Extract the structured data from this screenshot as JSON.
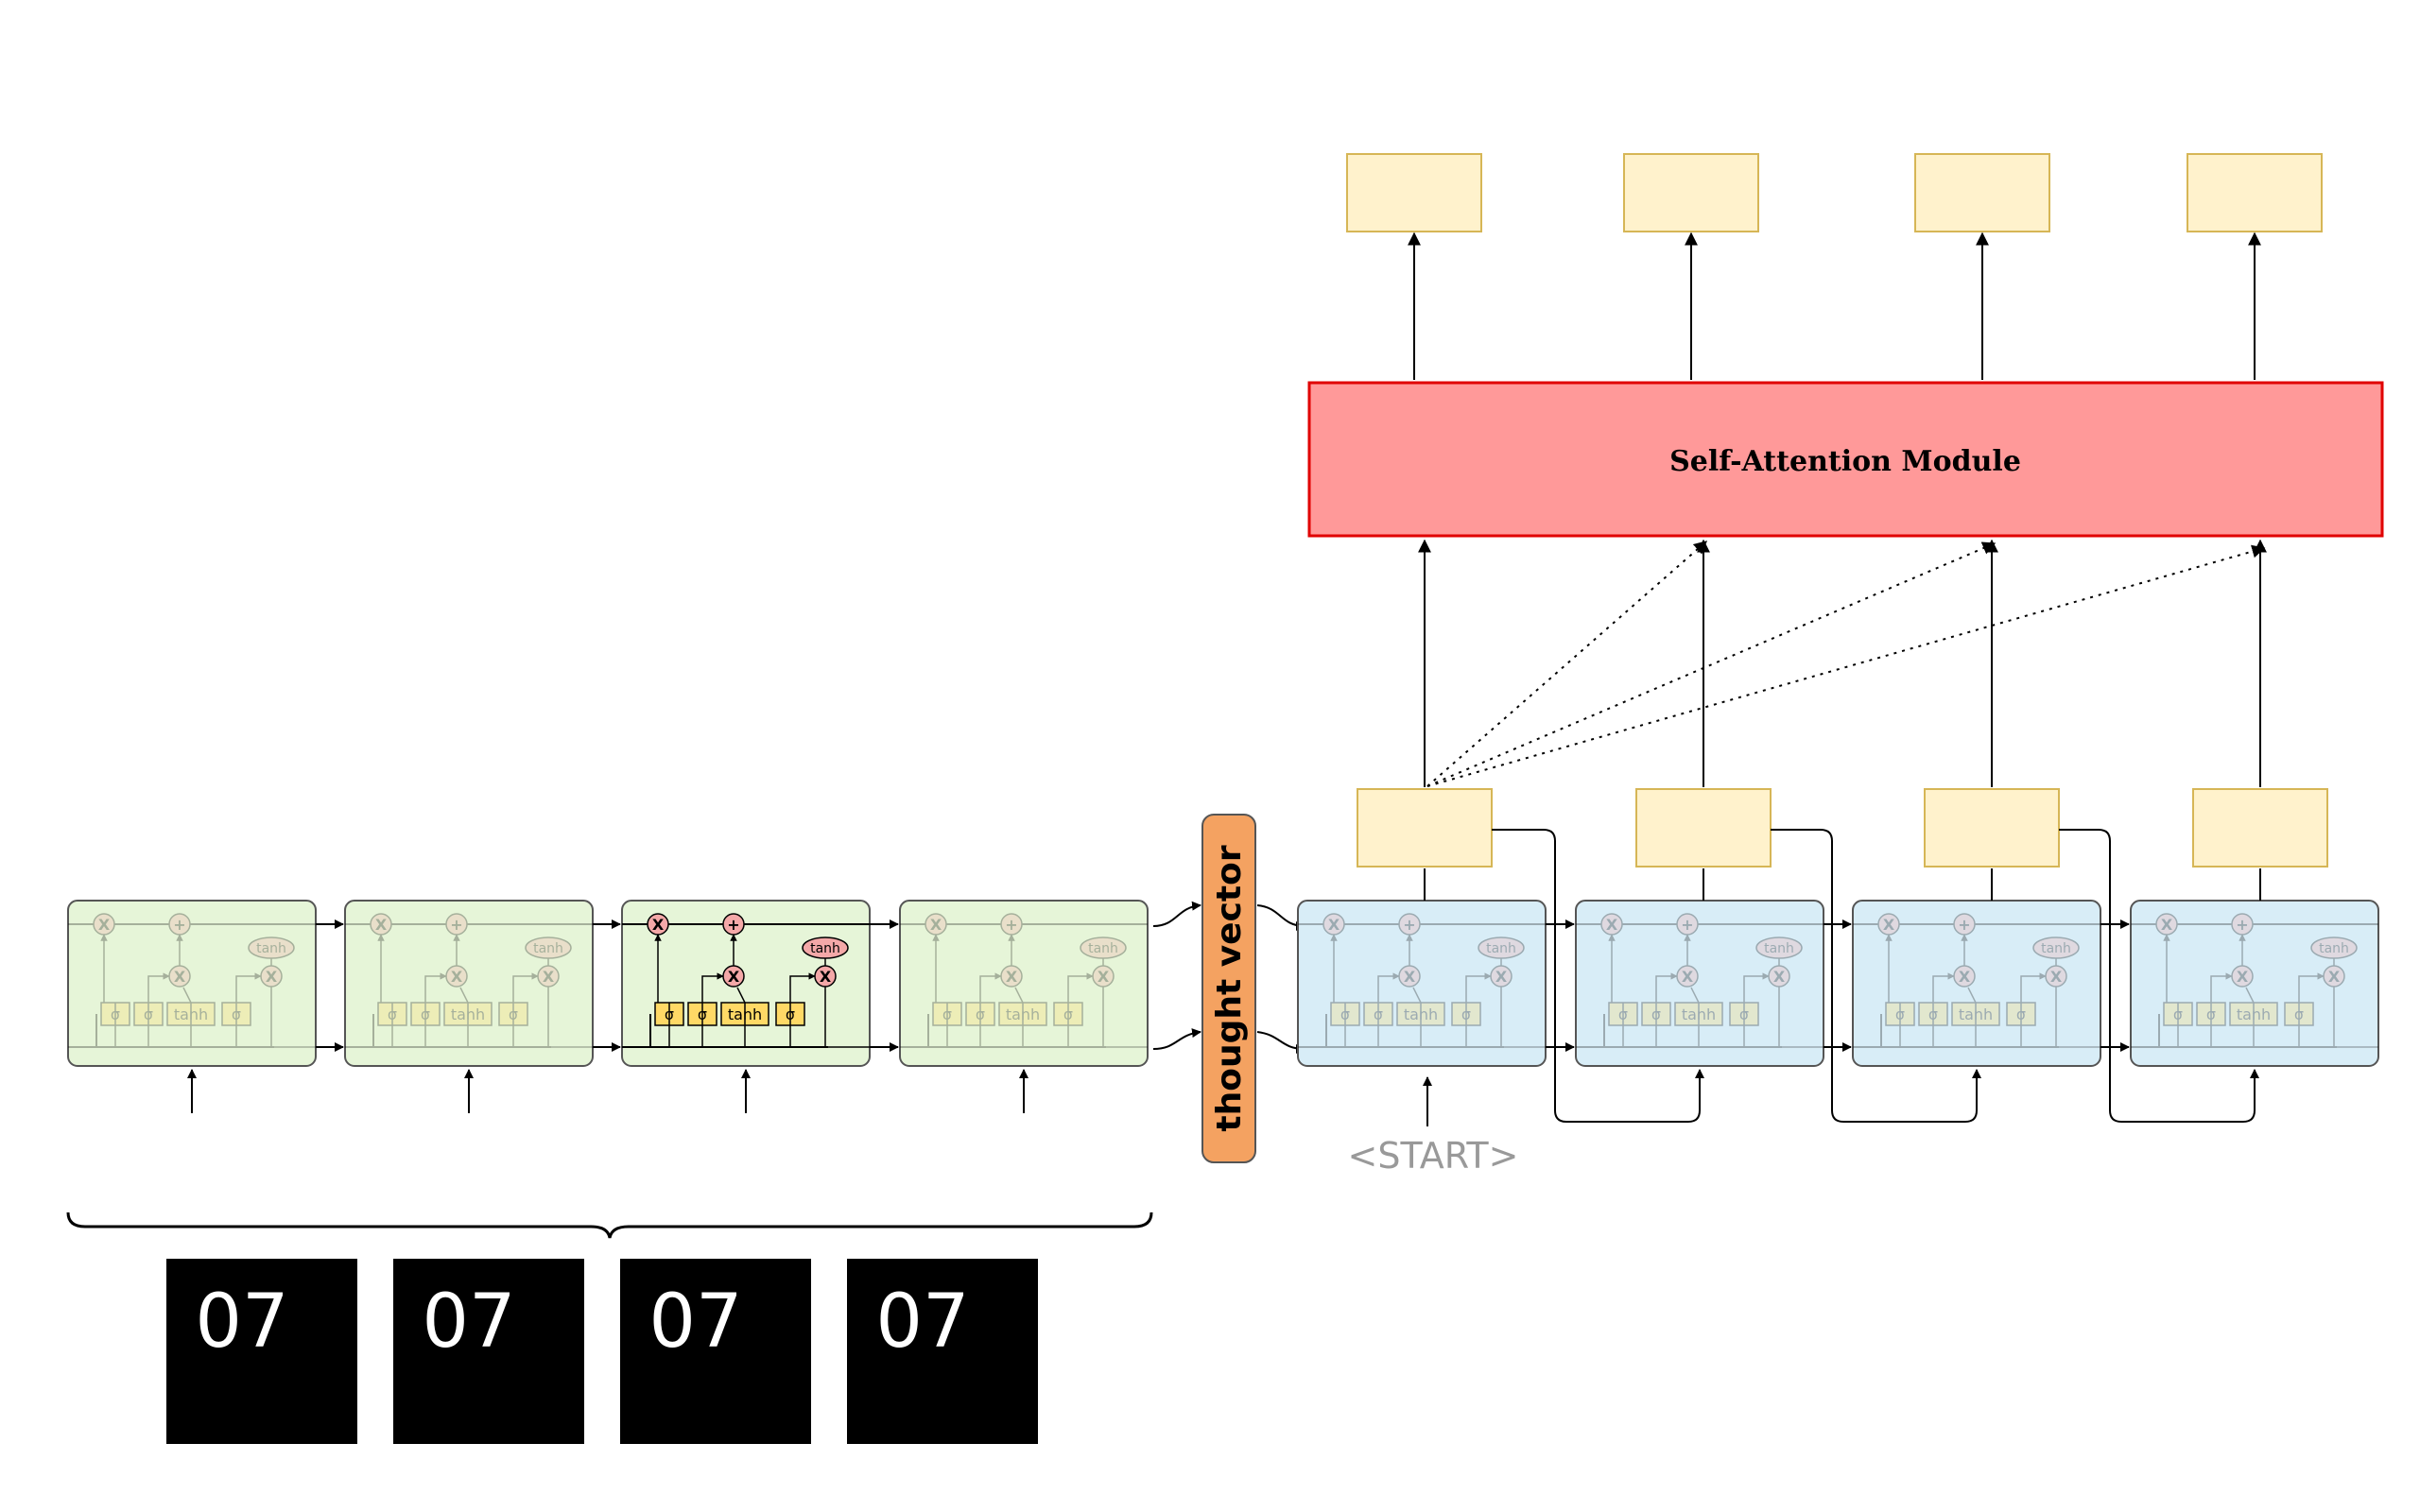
{
  "attention": {
    "title": "Self-Attention Module"
  },
  "thought_vector": {
    "label": "thought vector"
  },
  "decoder": {
    "start_token": "<START>"
  },
  "lstm_labels": {
    "tanh": "tanh",
    "sigma": "σ",
    "multiply": "X",
    "add": "+"
  },
  "frames": [
    {
      "text": "07"
    },
    {
      "text": "07"
    },
    {
      "text": "07"
    },
    {
      "text": "07"
    }
  ],
  "colors": {
    "encoder_cell_fill": "#e6f5d8",
    "decoder_cell_fill": "#d8edf7",
    "output_box_fill": "#fff2cc",
    "output_box_stroke": "#d6b656",
    "attention_fill": "#ff9999",
    "attention_stroke": "#e00000",
    "thought_vector_fill": "#f4a261",
    "gate_fill": "#ffd966",
    "pointwise_fill": "#f4a8a8"
  }
}
